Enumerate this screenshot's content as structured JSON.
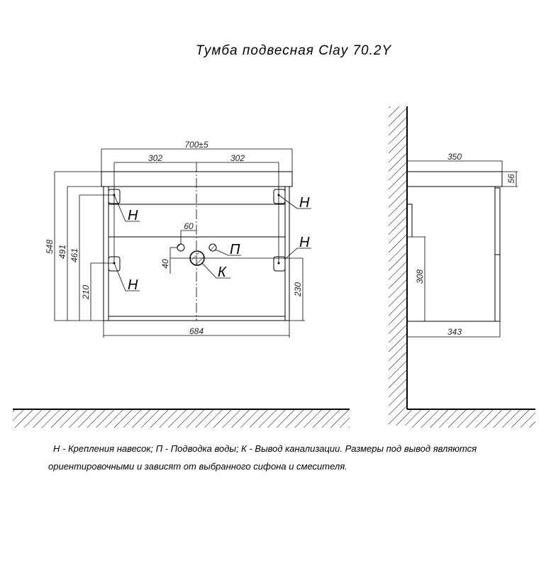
{
  "title": "Тумба подвесная Clay 70.2Y",
  "front_view": {
    "dims": {
      "width_top": "700±5",
      "half_left": "302",
      "half_right": "302",
      "height_total": "548",
      "height_body": "491",
      "height_hanger_top": "461",
      "height_hanger_bottom": "210",
      "drain_height": "230",
      "water_offset": "60",
      "water_height": "40",
      "width_body": "684"
    },
    "markers": {
      "hanger": "Н",
      "water": "П",
      "drain": "К"
    }
  },
  "side_view": {
    "dims": {
      "depth_top": "350",
      "top_thickness": "56",
      "pipe_height": "308",
      "depth_body": "343"
    }
  },
  "notes": [
    "Н - Крепления навесок; П - Подводка воды; К - Вывод канализации. Размеры под вывод являются",
    "ориентировочными и зависят от выбранного сифона и смесителя."
  ]
}
